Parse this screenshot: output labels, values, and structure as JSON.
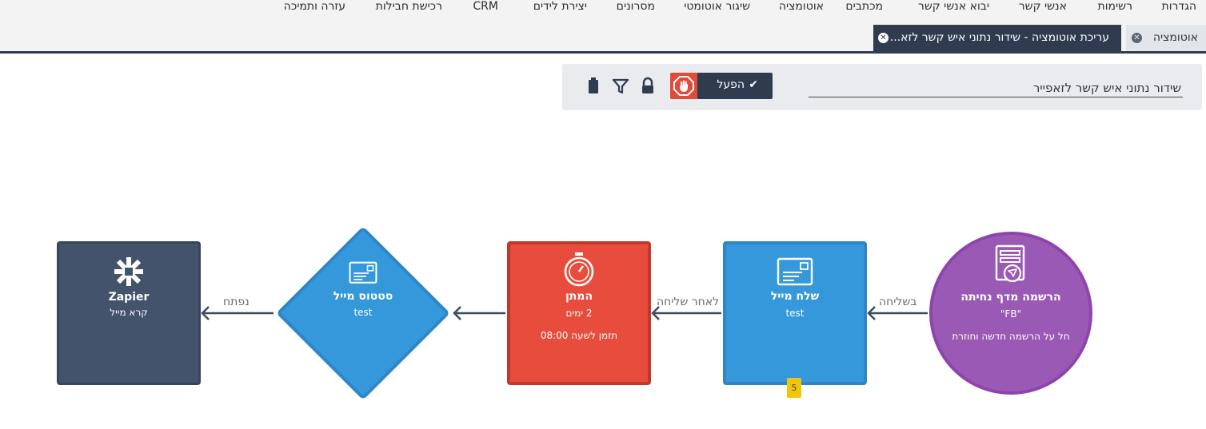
{
  "nav": {
    "items": [
      {
        "label": "הגדרות"
      },
      {
        "label": "רשימות"
      },
      {
        "label": "אנשי קשר"
      },
      {
        "label": "יבוא אנשי קשר"
      },
      {
        "label": "מכתבים"
      },
      {
        "label": "אוטומציה"
      },
      {
        "label": "שיגור אוטומטי"
      },
      {
        "label": "מסרונים"
      },
      {
        "label": "יצירת לידים"
      },
      {
        "label": "CRM"
      },
      {
        "label": "רכישת חבילות"
      },
      {
        "label": "עזרה ותמיכה"
      }
    ]
  },
  "tabs": {
    "inactive_label": "אוטומציה",
    "active_label": "עריכת אוטומציה - שידור נתוני איש קשר לזא..."
  },
  "toolbar": {
    "automation_name": "שידור נתוני איש קשר לזאפייר",
    "activate_label": "הפעל",
    "colors": {
      "activate": "#2f3c50",
      "stop": "#e24a3a"
    }
  },
  "flow": {
    "trigger": {
      "title": "הרשמה מדף נחיתה",
      "subtitle": "\"FB\"",
      "detail": "חל על הרשמה חדשה וחוזרת",
      "icon": "landing-page-icon",
      "color": "#9b59b6"
    },
    "edge1_label": "בשליחה",
    "send_email": {
      "title": "שלח מייל",
      "subtitle": "test",
      "badge": "5",
      "icon": "email-icon",
      "color": "#3498db"
    },
    "edge2_label": "לאחר שליחה",
    "wait": {
      "title": "המתן",
      "subtitle": "2 ימים",
      "detail": "תזמן לשעה 08:00",
      "icon": "stopwatch-icon",
      "color": "#e74c3c"
    },
    "status": {
      "title": "סטטוס מייל",
      "subtitle": "test",
      "icon": "email-icon",
      "color": "#3498db"
    },
    "edge4_label": "נפתח",
    "zapier": {
      "title": "Zapier",
      "subtitle": "קרא מייל",
      "icon": "zapier-icon",
      "color": "#42536b"
    }
  }
}
